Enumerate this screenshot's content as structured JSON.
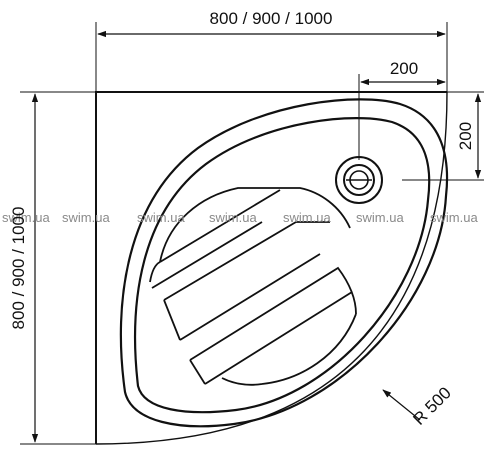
{
  "dimensions": {
    "top_width": "800 / 900 / 1000",
    "left_depth": "800 / 900 / 1000",
    "drain_offset_x": "200",
    "drain_offset_y": "200",
    "corner_radius": "R 500"
  },
  "watermark": {
    "text": "swim.ua"
  }
}
